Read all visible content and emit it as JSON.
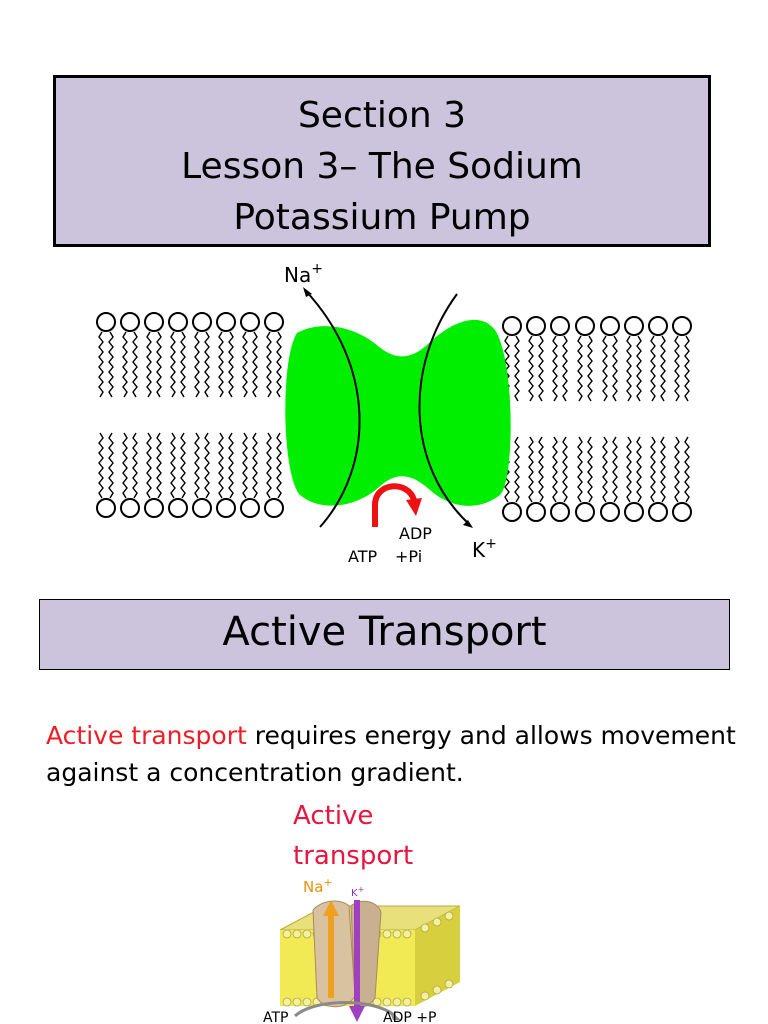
{
  "title": {
    "line1": "Section 3",
    "line2": "Lesson 3– The Sodium",
    "line3": "Potassium Pump"
  },
  "pump_diagram": {
    "na_label": "Na",
    "na_charge": "+",
    "k_label": "K",
    "k_charge": "+",
    "atp_label": "ATP",
    "adp_label": "ADP",
    "pi_label": "+Pi",
    "protein_color": "#00ee00",
    "arrow_color": "#ee1111"
  },
  "section_heading": "Active Transport",
  "definition": {
    "term": "Active transport",
    "rest": " requires energy  and allows movement against a concentration gradient."
  },
  "figure": {
    "label_line1": "Active",
    "label_line2": "transport",
    "na_label": "Na",
    "na_charge": "+",
    "k_label": "K",
    "k_charge": "+",
    "atp_label": "ATP",
    "adp_label": "ADP +P"
  }
}
